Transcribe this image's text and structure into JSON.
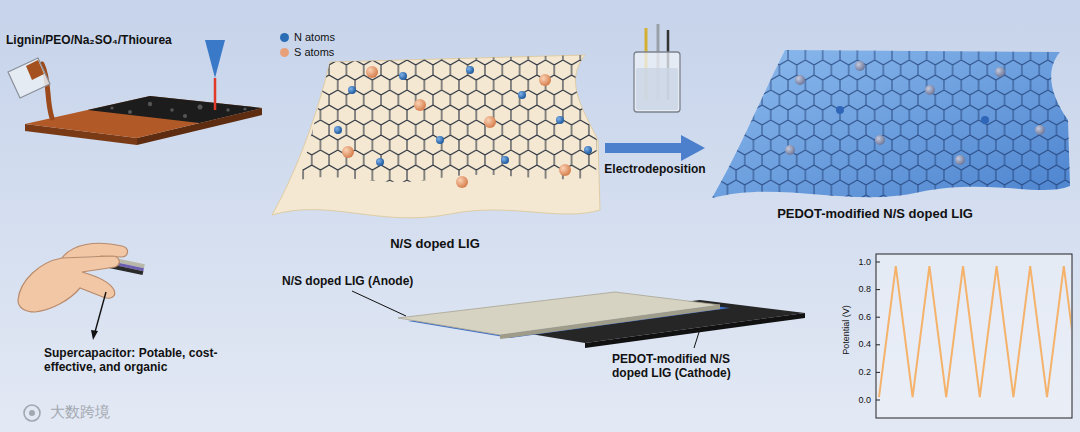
{
  "diagram": {
    "nodes": [
      {
        "text": [
          "N/S doped LIG"
        ]
      },
      {
        "text": [
          "PEDOT-modified N/S doped LIG"
        ]
      }
    ],
    "edges": [
      {
        "from": 0,
        "to": 1,
        "label": "Electrodeposition",
        "arrow": "to"
      }
    ],
    "labels": [
      "Lignin/PEO/Na₂SO₄/Thiourea",
      "Supercapacitor: Potable, cost-effective, and organic",
      "N/S doped LIG (Anode)",
      "PEDOT-modified N/S doped LIG (Cathode)",
      "Potential (V)",
      "1.0",
      "0.8",
      "0.6",
      "0.4",
      "0.2",
      "0.0",
      "大数跨境"
    ],
    "legend": [
      {
        "text": "N atoms",
        "color": "#2a6db5"
      },
      {
        "text": "S atoms",
        "color": "#e8a07a"
      }
    ]
  }
}
